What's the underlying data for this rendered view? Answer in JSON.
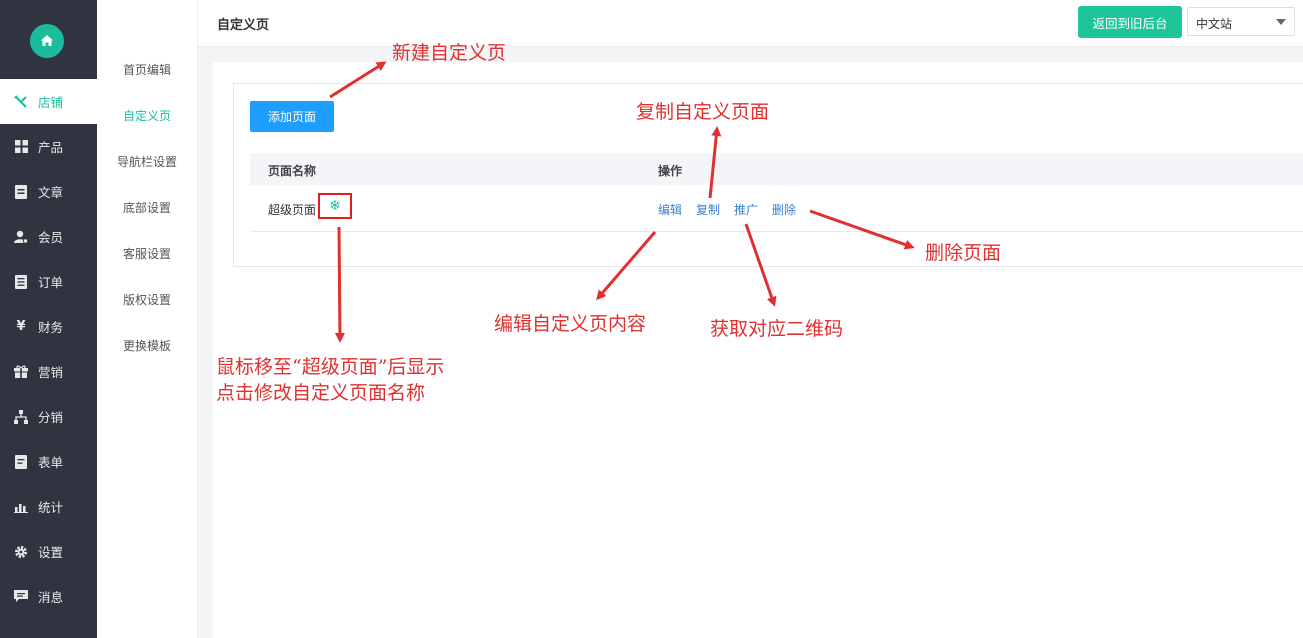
{
  "nav": {
    "items": [
      {
        "label": "店铺",
        "icon": "tools-icon",
        "active": true
      },
      {
        "label": "产品",
        "icon": "grid-icon",
        "active": false
      },
      {
        "label": "文章",
        "icon": "document-icon",
        "active": false
      },
      {
        "label": "会员",
        "icon": "user-icon",
        "active": false
      },
      {
        "label": "订单",
        "icon": "list-icon",
        "active": false
      },
      {
        "label": "财务",
        "icon": "yen-icon",
        "active": false
      },
      {
        "label": "营销",
        "icon": "gift-icon",
        "active": false
      },
      {
        "label": "分销",
        "icon": "hierarchy-icon",
        "active": false
      },
      {
        "label": "表单",
        "icon": "form-icon",
        "active": false
      },
      {
        "label": "统计",
        "icon": "chart-icon",
        "active": false
      },
      {
        "label": "设置",
        "icon": "gear-icon",
        "active": false
      },
      {
        "label": "消息",
        "icon": "message-icon",
        "active": false
      }
    ]
  },
  "subnav": {
    "items": [
      "首页编辑",
      "自定义页",
      "导航栏设置",
      "底部设置",
      "客服设置",
      "版权设置",
      "更换模板"
    ],
    "active_index": 1
  },
  "header": {
    "title": "自定义页",
    "back_button": "返回到旧后台",
    "site_select": "中文站"
  },
  "main": {
    "add_button": "添加页面",
    "columns": [
      "页面名称",
      "操作"
    ],
    "rows": [
      {
        "name": "超级页面",
        "ops": [
          "编辑",
          "复制",
          "推广",
          "删除"
        ]
      }
    ]
  },
  "annotations": {
    "new_page": "新建自定义页",
    "copy_page": "复制自定义页面",
    "delete_page": "删除页面",
    "edit_content": "编辑自定义页内容",
    "qr_code": "获取对应二维码",
    "rename_line1": "鼠标移至“超级页面”后显示",
    "rename_line2": "点击修改自定义页面名称"
  },
  "colors": {
    "accent": "#1abc9c",
    "primary": "#1e9fff",
    "sidebar": "#2f3440",
    "link": "#3a7fd0",
    "annotation": "#e03030"
  }
}
